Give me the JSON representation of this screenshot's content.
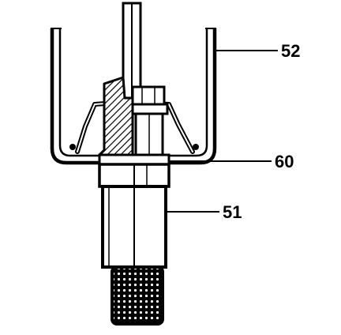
{
  "figure": {
    "callouts": {
      "cup": "52",
      "gasket": "60",
      "body": "51"
    },
    "colors": {
      "ink": "#000000",
      "paper": "#ffffff"
    }
  }
}
